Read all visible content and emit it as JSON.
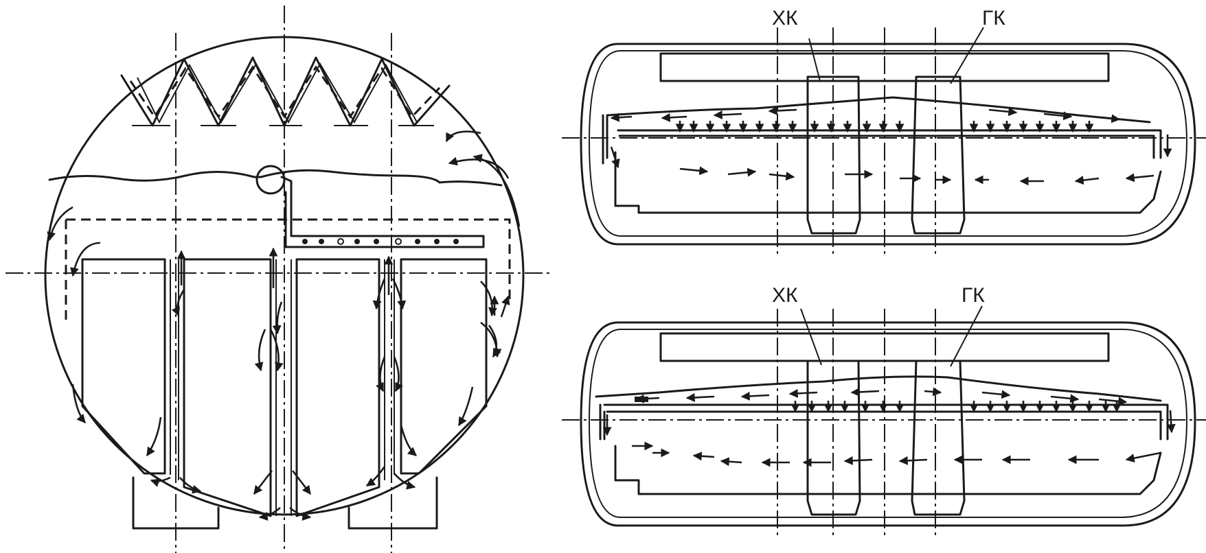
{
  "labels": {
    "top_cold": "ХК",
    "top_hot": "ГК",
    "bottom_cold": "ХК",
    "bottom_hot": "ГК"
  },
  "colors": {
    "ink": "#1a1a1a",
    "background": "#ffffff"
  }
}
